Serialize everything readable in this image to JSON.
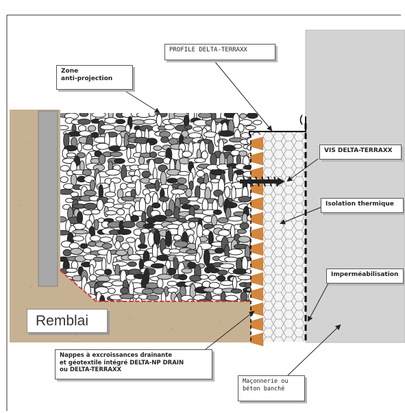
{
  "labels": {
    "zone_anti_projection": "Zone\nanti-projection",
    "profile_delta_terraxx": "PROFILE DELTA-TERRAXX",
    "vis_delta_terraxx": "VIS  DELTA-TERRAXX",
    "isolation_thermique": "Isolation thermique",
    "impermeabilisation": "Imperméabilisation",
    "remblai": "Remblai",
    "nappes": "Nappes à excroissances drainante\net géotextile intégré DELTA-NP DRAIN\nou DELTA-TERRAXX",
    "maconnerie": "Maçonnerie ou\nbéton banché"
  },
  "colors": {
    "remblai": "#c7b193",
    "wall": "#d3d3d3",
    "insulation": "#f4f4f4",
    "drain": "#d4873c",
    "drain_line": "#d33a2c"
  }
}
